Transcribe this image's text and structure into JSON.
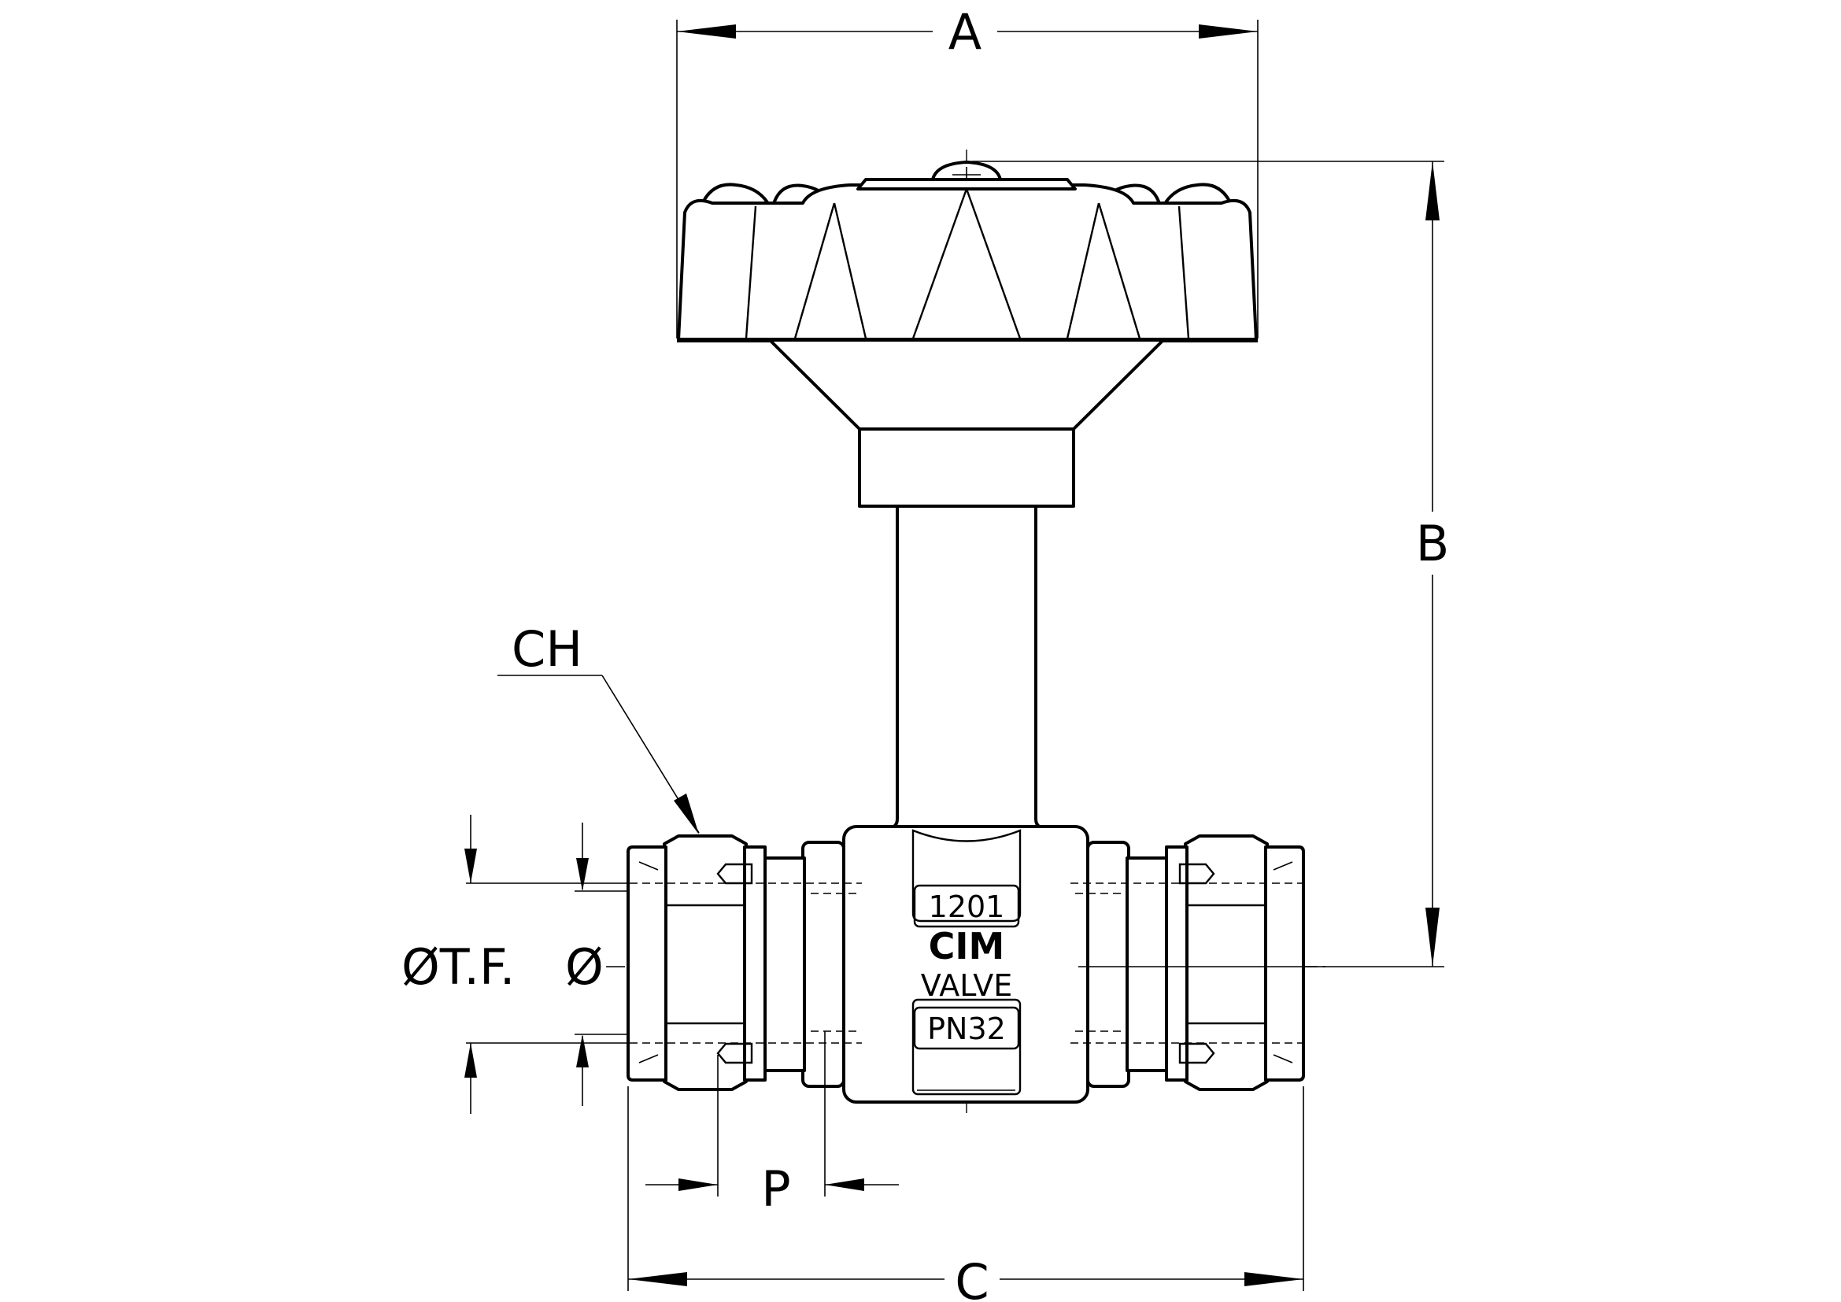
{
  "drawing": {
    "dimensions": {
      "A": "A",
      "B": "B",
      "C": "C",
      "P": "P",
      "CH": "CH",
      "diameter_left": "ØT.F.",
      "diameter_right": "Ø"
    },
    "body_markings": {
      "size": "1201",
      "brand": "CIM",
      "type": "VALVE",
      "pressure": "PN32"
    }
  }
}
